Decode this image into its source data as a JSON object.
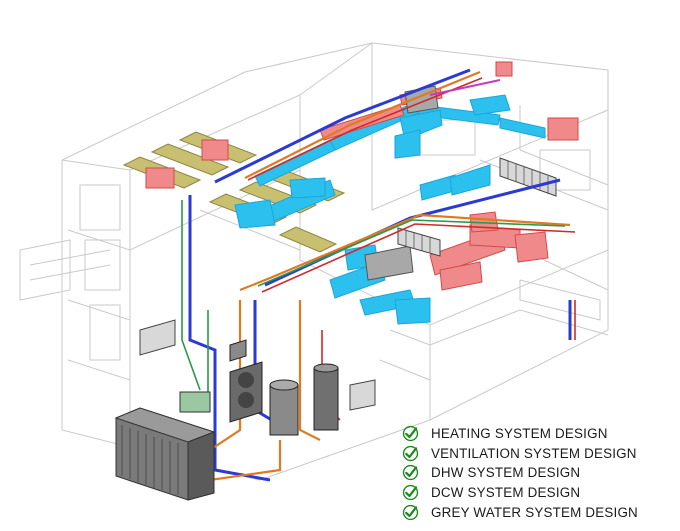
{
  "legend": {
    "items": [
      {
        "label": "HEATING SYSTEM DESIGN",
        "icon": "check-circle-icon"
      },
      {
        "label": "VENTILATION SYSTEM DESIGN",
        "icon": "check-circle-icon"
      },
      {
        "label": "DHW SYSTEM DESIGN",
        "icon": "check-circle-icon"
      },
      {
        "label": "DCW SYSTEM DESIGN",
        "icon": "check-circle-icon"
      },
      {
        "label": "GREY WATER SYSTEM DESIGN",
        "icon": "check-circle-icon"
      }
    ],
    "check_color": "#1a8a1a"
  },
  "colors": {
    "heating_pipe": "#e07a22",
    "ventilation_supply": "#22b8e8",
    "ventilation_extract": "#f07a7a",
    "dhw_pipe": "#d22a2a",
    "dcw_pipe": "#2a3ad2",
    "grey_water_pipe": "#2a9a4a",
    "solar_panels": "#c8c070",
    "building_lines": "#c8c8c8"
  }
}
